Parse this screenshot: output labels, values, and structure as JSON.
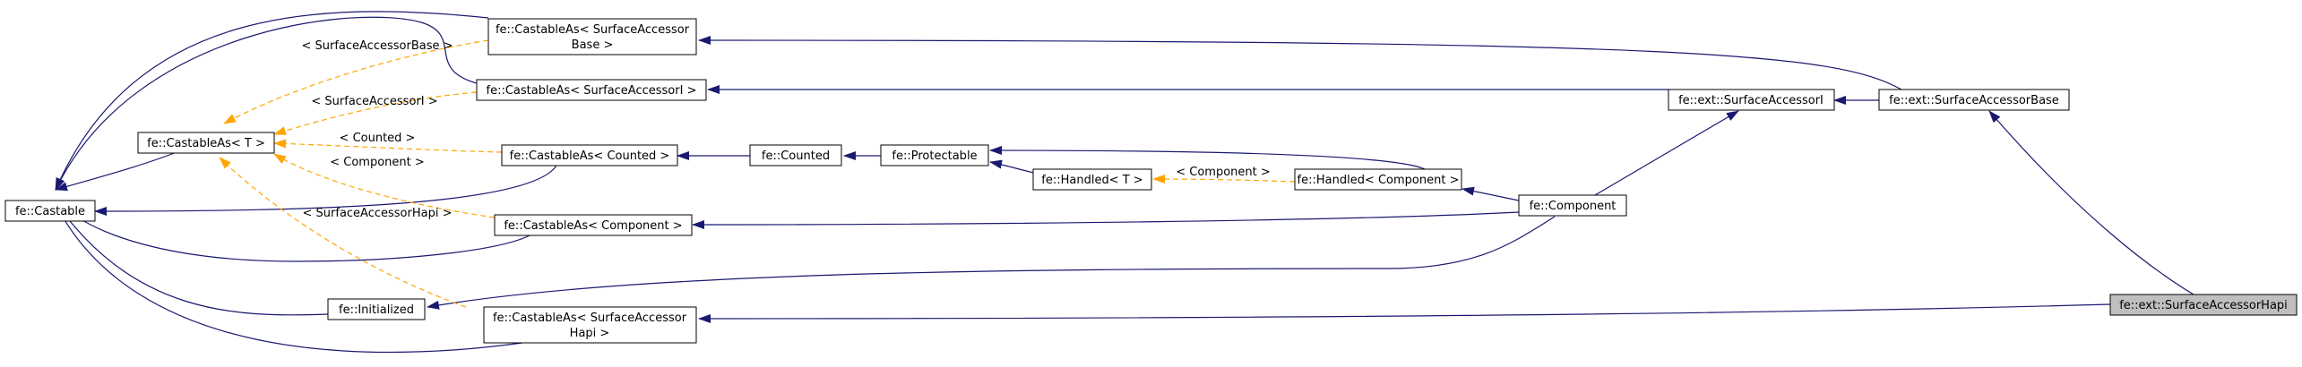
{
  "colors": {
    "inherit_edge": "#191970",
    "template_edge": "#ffa500",
    "node_border": "#000000",
    "node_fill": "#ffffff",
    "highlight_fill": "#bfbfbf"
  },
  "nodes": {
    "castable": {
      "lines": [
        "fe::Castable"
      ]
    },
    "castable_t": {
      "lines": [
        "fe::CastableAs< T >"
      ]
    },
    "castable_sab": {
      "lines": [
        "fe::CastableAs< SurfaceAccessor",
        "Base >"
      ]
    },
    "castable_sai": {
      "lines": [
        "fe::CastableAs< SurfaceAccessorI >"
      ]
    },
    "castable_counted": {
      "lines": [
        "fe::CastableAs< Counted >"
      ]
    },
    "castable_component": {
      "lines": [
        "fe::CastableAs< Component >"
      ]
    },
    "castable_sah": {
      "lines": [
        "fe::CastableAs< SurfaceAccessor",
        "Hapi >"
      ]
    },
    "initialized": {
      "lines": [
        "fe::Initialized"
      ]
    },
    "counted": {
      "lines": [
        "fe::Counted"
      ]
    },
    "protectable": {
      "lines": [
        "fe::Protectable"
      ]
    },
    "handled_t": {
      "lines": [
        "fe::Handled< T >"
      ]
    },
    "handled_component": {
      "lines": [
        "fe::Handled< Component >"
      ]
    },
    "component": {
      "lines": [
        "fe::Component"
      ]
    },
    "sai": {
      "lines": [
        "fe::ext::SurfaceAccessorI"
      ]
    },
    "sab": {
      "lines": [
        "fe::ext::SurfaceAccessorBase"
      ]
    },
    "sah": {
      "lines": [
        "fe::ext::SurfaceAccessorHapi"
      ]
    }
  },
  "edge_labels": {
    "sab": "< SurfaceAccessorBase >",
    "sai": "< SurfaceAccessorI >",
    "counted": "< Counted >",
    "component": "< Component >",
    "sah": "< SurfaceAccessorHapi >",
    "handled_component": "< Component >"
  }
}
